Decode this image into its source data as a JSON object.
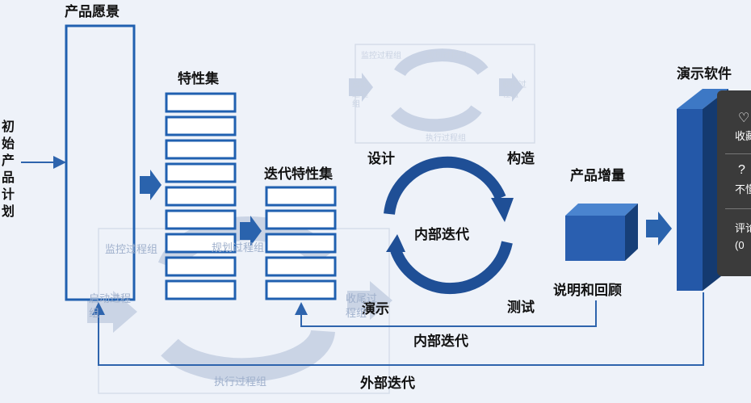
{
  "labels": {
    "product_vision": "产品愿景",
    "initial_plan": "初始产品计划",
    "feature_set": "特性集",
    "iteration_feature_set": "迭代特性集",
    "design": "设计",
    "build": "构造",
    "internal_iteration_center": "内部迭代",
    "demo": "演示",
    "test": "测试",
    "internal_iteration_bottom": "内部迭代",
    "external_iteration": "外部迭代",
    "product_increment": "产品增量",
    "explain_review": "说明和回顾",
    "demo_software": "演示软件"
  },
  "watermark_top": {
    "monitor": "监控过程组",
    "plan": "规划过程组",
    "start": "启动过程组",
    "close": "收尾过程组",
    "execute": "执行过程组"
  },
  "watermark_bottom": {
    "monitor": "监控过程组",
    "plan": "规划过程组",
    "start": "启动过程组",
    "close": "收尾过程组",
    "execute": "执行过程组"
  },
  "side_panel": {
    "favorite_label": "收藏",
    "unclear_label": "不懂",
    "comment_label": "评论",
    "comment_count": "(0"
  },
  "colors": {
    "primary_blue": "#1f5fa8",
    "dark_blue": "#17457e",
    "box_blue": "#2e64ad",
    "faint_blue": "#c4cfe2"
  }
}
